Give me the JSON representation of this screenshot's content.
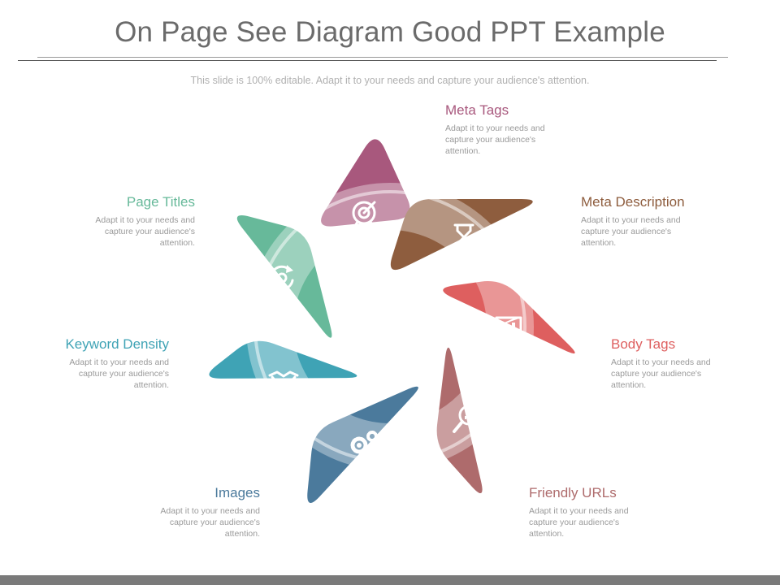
{
  "header": {
    "title": "On Page See Diagram Good PPT Example",
    "subtitle": "This slide is 100% editable. Adapt it to your needs and capture your audience's attention."
  },
  "items": [
    {
      "title": "Meta Tags",
      "desc": "Adapt it to your needs and capture your audience's attention.",
      "color": "#A8587D",
      "icon": "target-icon"
    },
    {
      "title": "Meta Description",
      "desc": "Adapt it to your needs and capture your audience's attention.",
      "color": "#8E5D3E",
      "icon": "hourglass-icon"
    },
    {
      "title": "Body Tags",
      "desc": "Adapt it to your needs and capture your audience's attention.",
      "color": "#DE5F5F",
      "icon": "bar-chart-icon"
    },
    {
      "title": "Friendly URLs",
      "desc": "Adapt it to your needs and capture your audience's attention.",
      "color": "#AE6B6C",
      "icon": "magnifier-icon"
    },
    {
      "title": "Images",
      "desc": "Adapt it to your needs and capture your audience's attention.",
      "color": "#4B7A9C",
      "icon": "gears-icon"
    },
    {
      "title": "Keyword Density",
      "desc": "Adapt it to your needs and capture your audience's attention.",
      "color": "#3FA3B5",
      "icon": "handshake-icon"
    },
    {
      "title": "Page Titles",
      "desc": "Adapt it to your needs and capture your audience's attention.",
      "color": "#67B99A",
      "icon": "refresh-gear-icon"
    }
  ]
}
